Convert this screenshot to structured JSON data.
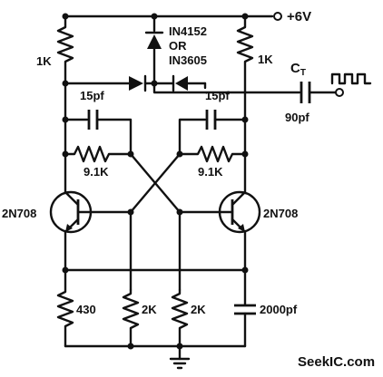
{
  "labels": {
    "supply": "+6V",
    "diode_part_1": "IN4152",
    "diode_part_or": "OR",
    "diode_part_2": "IN3605",
    "r_top_left": "1K",
    "r_top_right": "1K",
    "coupling_cap_name": "C",
    "coupling_cap_sub": "T",
    "coupling_cap_value": "90pf",
    "cap_left_speedup": "15pf",
    "cap_right_speedup": "15pf",
    "r_left_base": "9.1K",
    "r_right_base": "9.1K",
    "q_left": "2N708",
    "q_right": "2N708",
    "r_emitter": "430",
    "r_bias_left": "2K",
    "r_bias_right": "2K",
    "cap_bottom": "2000pf"
  },
  "watermark": "SeekIC.com"
}
